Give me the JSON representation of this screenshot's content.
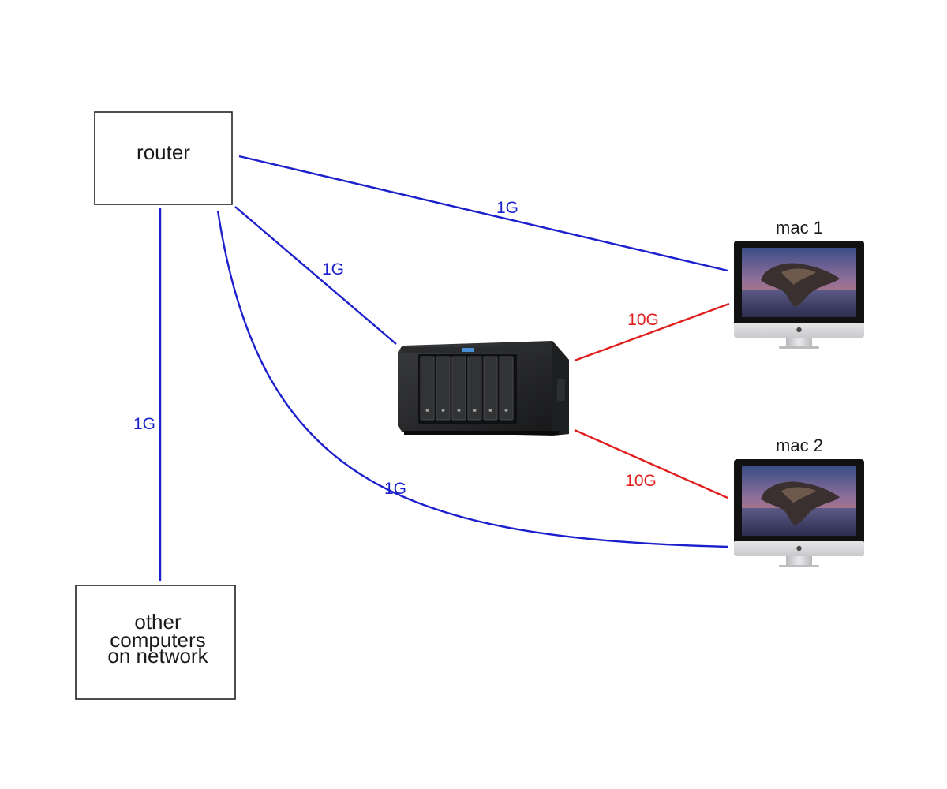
{
  "nodes": {
    "router": {
      "label": "router"
    },
    "other": {
      "label_lines": [
        "other",
        "computers",
        "on network"
      ]
    },
    "mac1": {
      "label": "mac 1"
    },
    "mac2": {
      "label": "mac 2"
    },
    "nas": {
      "icon": "nas-device-icon"
    }
  },
  "links": {
    "router_mac1": {
      "label": "1G",
      "speed": "1G",
      "color": "#1c1fcc"
    },
    "router_nas": {
      "label": "1G",
      "speed": "1G",
      "color": "#1c1fcc"
    },
    "router_other": {
      "label": "1G",
      "speed": "1G",
      "color": "#1c1fcc"
    },
    "router_mac2": {
      "label": "1G",
      "speed": "1G",
      "color": "#1c1fcc"
    },
    "nas_mac1": {
      "label": "10G",
      "speed": "10G",
      "color": "#e01e1e"
    },
    "nas_mac2": {
      "label": "10G",
      "speed": "10G",
      "color": "#e01e1e"
    }
  },
  "colors": {
    "link_1g": "#1c1fcc",
    "link_10g": "#e01e1e",
    "box_border": "#222222",
    "text": "#1a1a1a"
  }
}
